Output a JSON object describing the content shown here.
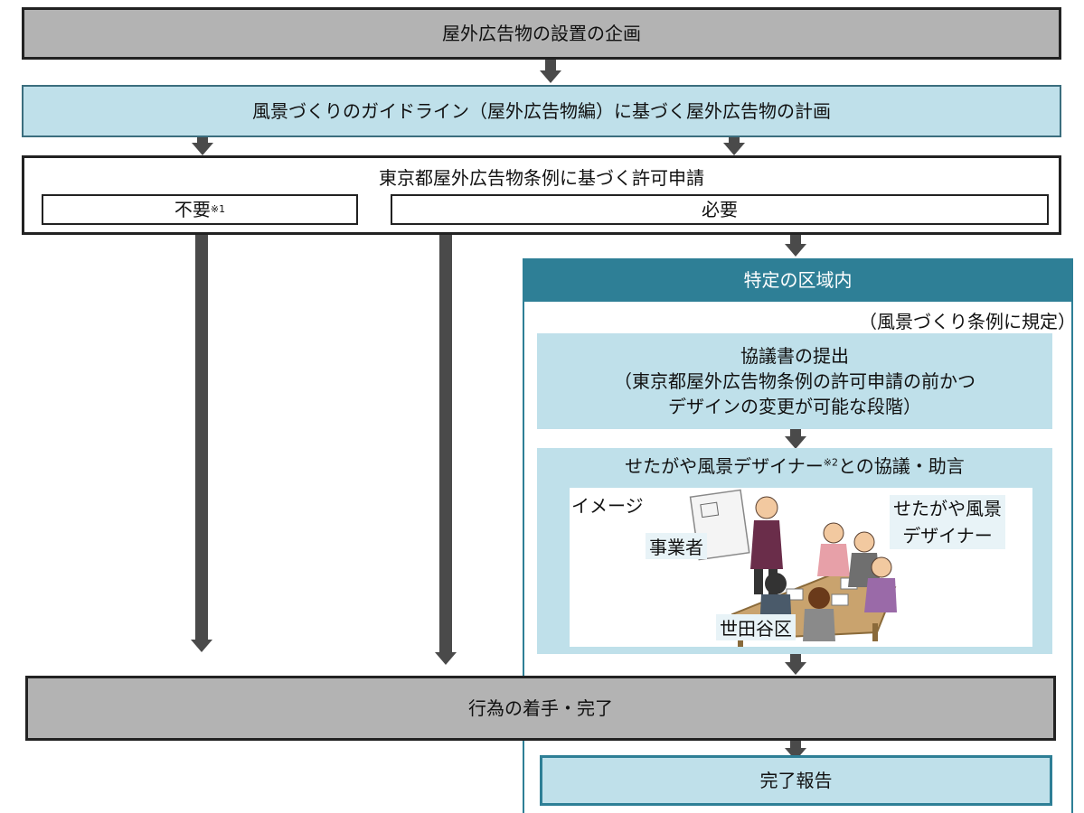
{
  "planning": "屋外広告物の設置の企画",
  "guideline": "風景づくりのガイドライン（屋外広告物編）に基づく屋外広告物の計画",
  "permit": {
    "title": "東京都屋外広告物条例に基づく許可申請",
    "not_required": "不要",
    "not_required_note": "※1",
    "required": "必要"
  },
  "special_area": {
    "title": "特定の区域内",
    "regulation_note": "（風景づくり条例に規定）",
    "consultation_doc": {
      "line1": "協議書の提出",
      "line2": "（東京都屋外広告物条例の許可申請の前かつ",
      "line3": "デザインの変更が可能な段階）"
    },
    "designer_consultation": {
      "prefix": "せたがや風景デザイナー",
      "note": "※2",
      "suffix": "との協議・助言"
    },
    "image": {
      "label": "イメージ",
      "designer_line1": "せたがや風景",
      "designer_line2": "デザイナー",
      "business": "事業者",
      "ward": "世田谷区"
    },
    "report": "完了報告"
  },
  "action": "行為の着手・完了",
  "colors": {
    "gray": "#b3b3b3",
    "light_blue": "#bfe0ea",
    "teal": "#2e7f96",
    "arrow": "#4a4a4a"
  }
}
